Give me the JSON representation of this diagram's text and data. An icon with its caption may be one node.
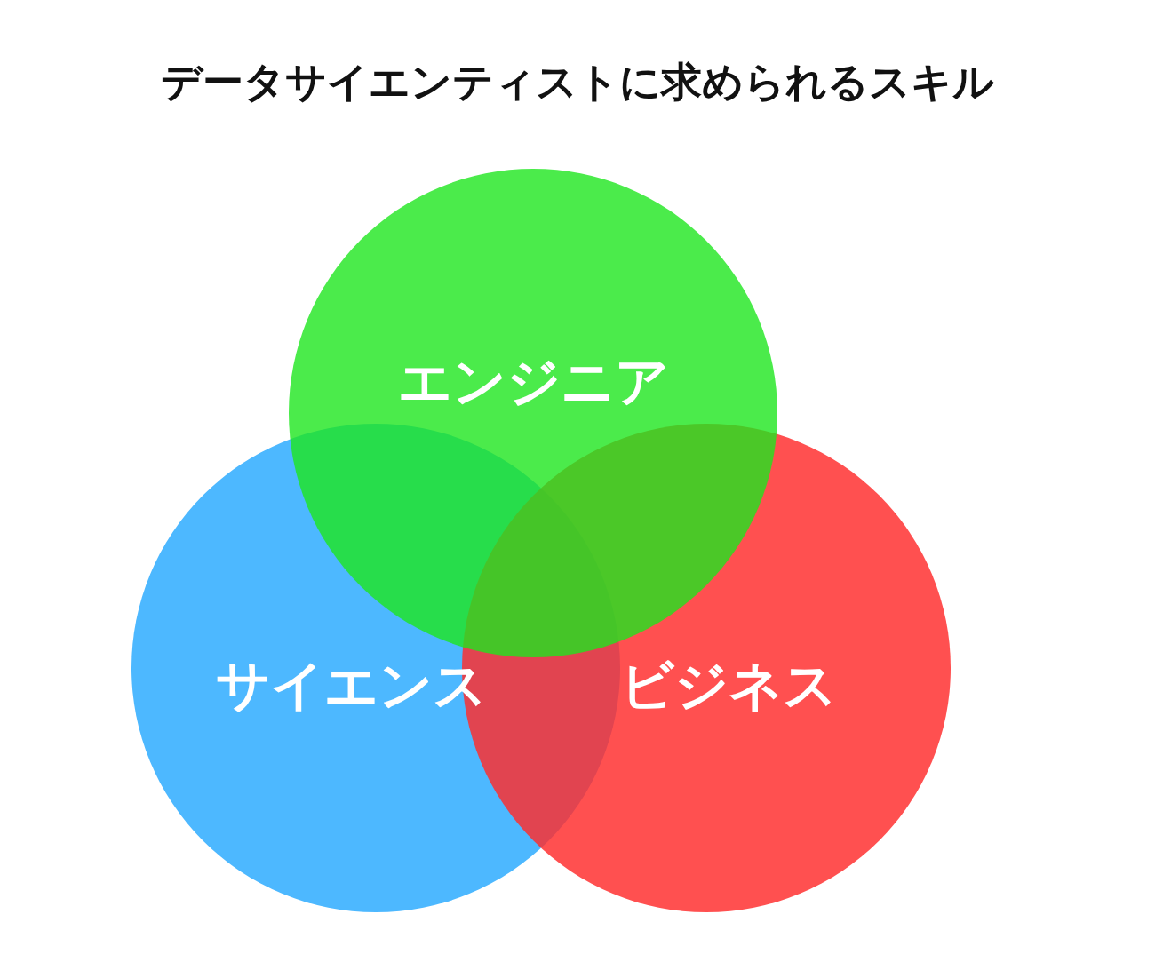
{
  "diagram": {
    "title": "データサイエンティストに求められるスキル",
    "nodes": [
      {
        "text": [
          "エンジニア"
        ]
      },
      {
        "text": [
          "サイエンス"
        ]
      },
      {
        "text": [
          "ビジネス"
        ]
      }
    ],
    "edges": []
  }
}
